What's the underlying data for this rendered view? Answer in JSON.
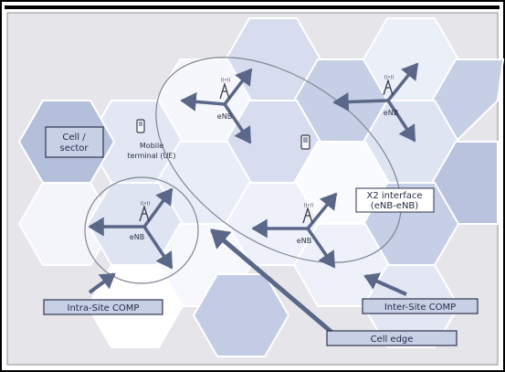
{
  "labels": {
    "cell_sector_line1": "Cell /",
    "cell_sector_line2": "sector",
    "mobile_line1": "Mobile",
    "mobile_line2": "terminal (UE)",
    "enb": "eNB",
    "x2_line1": "X2 interface",
    "x2_line2": "(eNB-eNB)",
    "intra_site": "Intra-Site COMP",
    "inter_site": "Inter-Site COMP",
    "cell_edge": "Cell edge"
  },
  "colors": {
    "border": "#000000",
    "background": "#e6e6ea",
    "hex_light": "#ffffff",
    "hex_pale": "#e2e7f3",
    "hex_mid": "#c6cfe6",
    "hex_dark": "#b4bfdc",
    "arrow": "#5a6788",
    "label_box": "#c8d0e6",
    "ellipse": "#7f8592"
  }
}
